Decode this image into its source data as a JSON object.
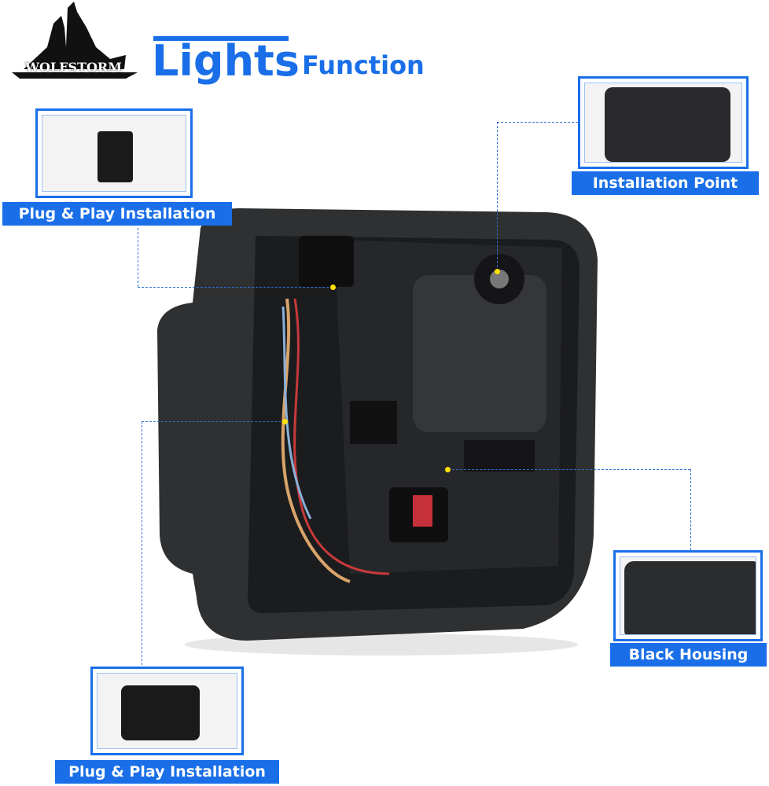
{
  "brand": {
    "logo_text": "WOLFSTORM"
  },
  "title": {
    "main": "Lights",
    "sub": "Function"
  },
  "callouts": [
    {
      "label": "Plug & Play Installation"
    },
    {
      "label": "Installation Point"
    },
    {
      "label": "Black Housing"
    },
    {
      "label": "Plug & Play Installation"
    }
  ],
  "colors": {
    "accent": "#1a6fe8",
    "housing": "#2a2b2d"
  }
}
